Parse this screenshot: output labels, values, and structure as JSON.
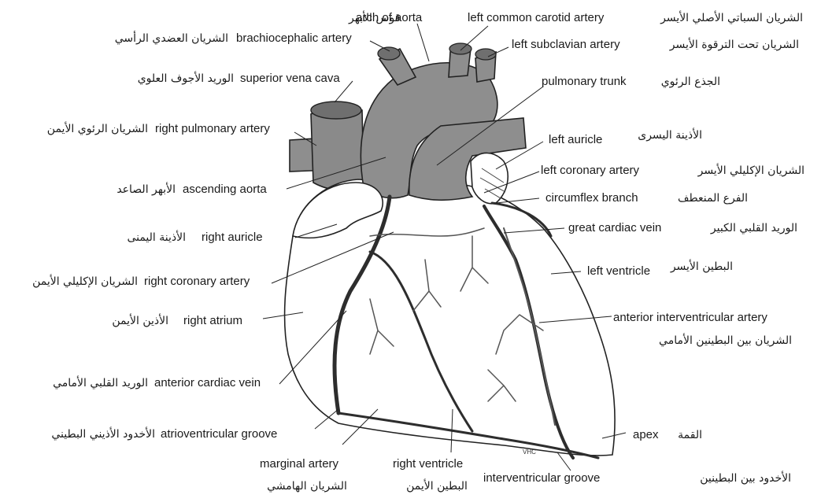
{
  "diagram": {
    "colors": {
      "vessel_fill": "#8e8e8e",
      "chamber_fill": "#ffffff",
      "line": "#222222"
    },
    "labels": {
      "arch_of_aorta": {
        "en": "arch of aorta",
        "ar": "قوس الأبهر"
      },
      "left_common_carotid": {
        "en": "left common carotid artery",
        "ar": "الشريان السباتي الأصلي الأيسر"
      },
      "brachiocephalic": {
        "en": "brachiocephalic artery",
        "ar": "الشريان العضدي الرأسي"
      },
      "left_subclavian": {
        "en": "left subclavian artery",
        "ar": "الشريان تحت الترقوة الأيسر"
      },
      "superior_vena_cava": {
        "en": "superior vena cava",
        "ar": "الوريد الأجوف العلوي"
      },
      "pulmonary_trunk": {
        "en": "pulmonary trunk",
        "ar": "الجذع الرئوي"
      },
      "right_pulmonary_artery": {
        "en": "right pulmonary artery",
        "ar": "الشريان الرئوي الأيمن"
      },
      "left_auricle": {
        "en": "left auricle",
        "ar": "الأذينة اليسرى"
      },
      "left_coronary_artery": {
        "en": "left coronary artery",
        "ar": "الشريان الإكليلي الأيسر"
      },
      "ascending_aorta": {
        "en": "ascending aorta",
        "ar": "الأبهر الصاعد"
      },
      "circumflex_branch": {
        "en": "circumflex branch",
        "ar": "الفرع المنعطف"
      },
      "great_cardiac_vein": {
        "en": "great cardiac vein",
        "ar": "الوريد القلبي الكبير"
      },
      "right_auricle": {
        "en": "right auricle",
        "ar": "الأذينة اليمنى"
      },
      "left_ventricle": {
        "en": "left ventricle",
        "ar": "البطين الأيسر"
      },
      "right_coronary_artery": {
        "en": "right coronary artery",
        "ar": "الشريان الإكليلي الأيمن"
      },
      "anterior_interventricular_artery": {
        "en": "anterior interventricular artery",
        "ar": "الشريان بين البطينين الأمامي"
      },
      "right_atrium": {
        "en": "right atrium",
        "ar": "الأذين الأيمن"
      },
      "anterior_cardiac_vein": {
        "en": "anterior cardiac vein",
        "ar": "الوريد القلبي الأمامي"
      },
      "atrioventricular_groove": {
        "en": "atrioventricular groove",
        "ar": "الأخدود الأذيني البطيني"
      },
      "apex": {
        "en": "apex",
        "ar": "القمة"
      },
      "marginal_artery": {
        "en": "marginal artery",
        "ar": "الشريان الهامشي"
      },
      "right_ventricle": {
        "en": "right ventricle",
        "ar": "البطين الأيمن"
      },
      "interventricular_groove": {
        "en": "interventricular groove",
        "ar": "الأخدود بين البطينين"
      }
    },
    "signature": "VHC"
  }
}
